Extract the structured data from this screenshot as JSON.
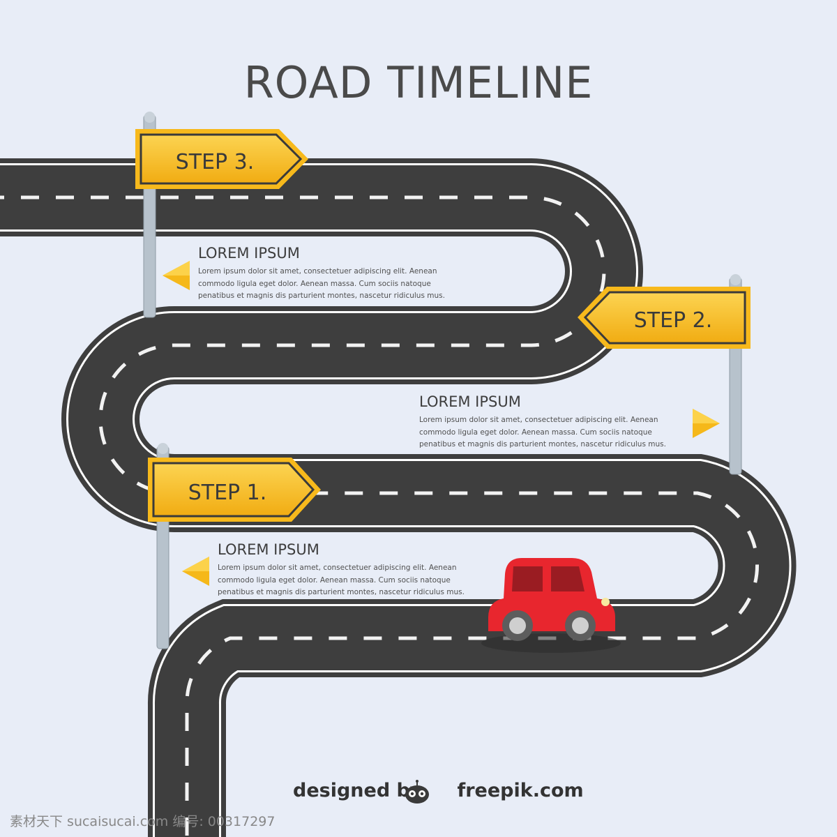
{
  "title": "ROAD TIMELINE",
  "steps": [
    {
      "label": "STEP 1.",
      "heading": "LOREM IPSUM",
      "text": "Lorem ipsum dolor sit amet, consectetuer adipiscing elit. Aenean commodo ligula eget dolor. Aenean massa. Cum sociis natoque penatibus et magnis dis parturient montes, nascetur ridiculus mus."
    },
    {
      "label": "STEP 2.",
      "heading": "LOREM IPSUM",
      "text": "Lorem ipsum dolor sit amet, consectetuer adipiscing elit. Aenean commodo ligula eget dolor. Aenean massa. Cum sociis natoque penatibus et magnis dis parturient montes, nascetur ridiculus mus."
    },
    {
      "label": "STEP 3.",
      "heading": "LOREM IPSUM",
      "text": "Lorem ipsum dolor sit amet, consectetuer adipiscing elit. Aenean commodo ligula eget dolor. Aenean massa. Cum sociis natoque penatibus et magnis dis parturient montes, nascetur ridiculus mus."
    }
  ],
  "credit": {
    "designed_by": "designed by",
    "site": "freepik.com"
  },
  "watermark": "素材天下 sucaisucai.com    编号: 00317297",
  "colors": {
    "background": "#e8edf7",
    "road": "#3e3e3e",
    "road_edge": "#ffffff",
    "sign": "#f7b91c",
    "sign_border": "#3a3a3a",
    "car": "#e8262e",
    "arrow": "#f5b81a"
  },
  "icons": {
    "car": "car-icon",
    "arrow_left": "triangle-left-icon",
    "arrow_right": "triangle-right-icon",
    "mascot": "freepik-mascot-icon"
  }
}
